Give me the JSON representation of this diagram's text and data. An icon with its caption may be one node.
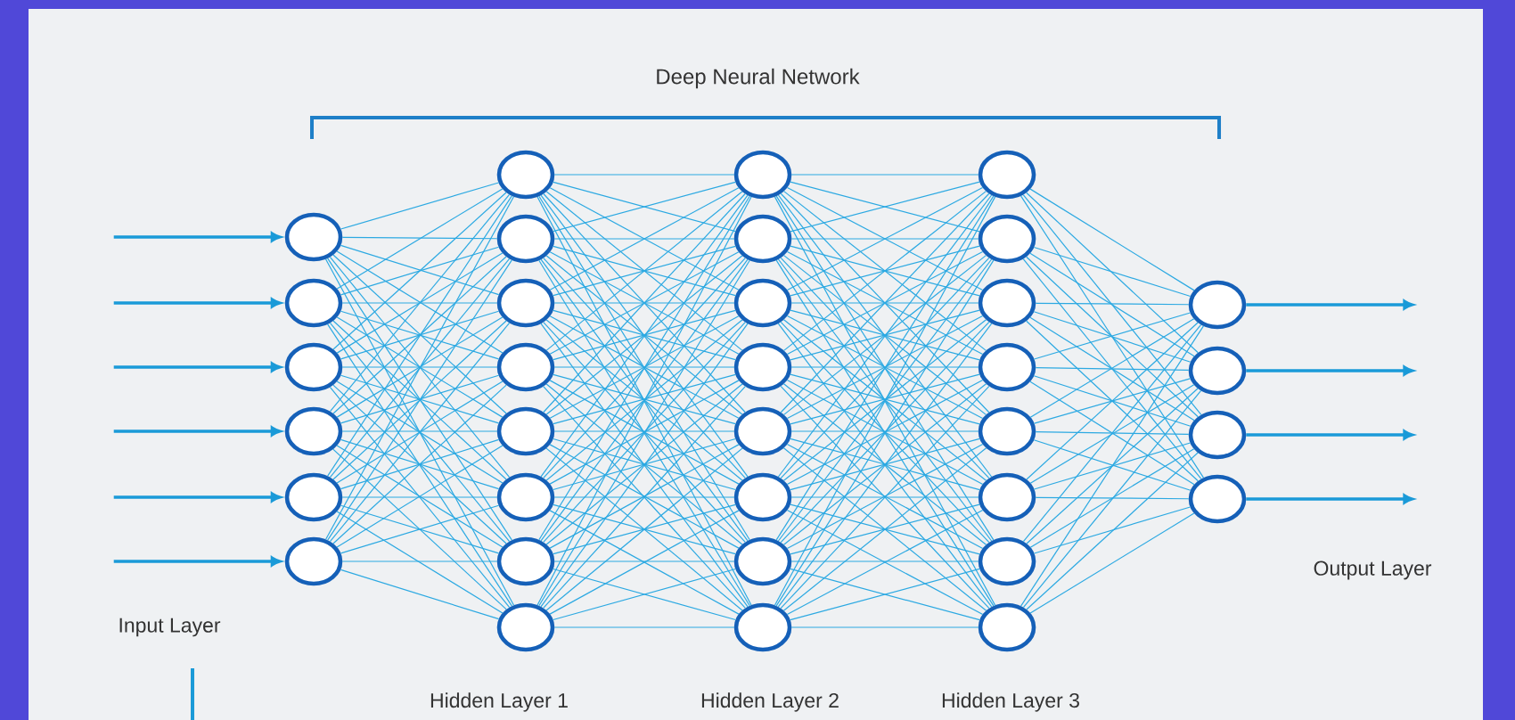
{
  "diagram": {
    "title": "Deep Neural Network",
    "nodes": [
      {
        "text": [],
        "shape": "circle"
      },
      {
        "text": [],
        "shape": "circle"
      },
      {
        "text": [],
        "shape": "circle"
      },
      {
        "text": [],
        "shape": "circle"
      },
      {
        "text": [],
        "shape": "circle"
      },
      {
        "text": [],
        "shape": "circle"
      },
      {
        "text": [],
        "shape": "circle"
      },
      {
        "text": [],
        "shape": "circle"
      },
      {
        "text": [],
        "shape": "circle"
      },
      {
        "text": [],
        "shape": "circle"
      },
      {
        "text": [],
        "shape": "circle"
      },
      {
        "text": [],
        "shape": "circle"
      },
      {
        "text": [],
        "shape": "circle"
      },
      {
        "text": [],
        "shape": "circle"
      },
      {
        "text": [],
        "shape": "circle"
      },
      {
        "text": [],
        "shape": "circle"
      },
      {
        "text": [],
        "shape": "circle"
      },
      {
        "text": [],
        "shape": "circle"
      },
      {
        "text": [],
        "shape": "circle"
      },
      {
        "text": [],
        "shape": "circle"
      },
      {
        "text": [],
        "shape": "circle"
      },
      {
        "text": [],
        "shape": "circle"
      },
      {
        "text": [],
        "shape": "circle"
      },
      {
        "text": [],
        "shape": "circle"
      },
      {
        "text": [],
        "shape": "circle"
      },
      {
        "text": [],
        "shape": "circle"
      },
      {
        "text": [],
        "shape": "circle"
      },
      {
        "text": [],
        "shape": "circle"
      },
      {
        "text": [],
        "shape": "circle"
      },
      {
        "text": [],
        "shape": "circle"
      },
      {
        "text": [],
        "shape": "circle"
      },
      {
        "text": [],
        "shape": "circle"
      },
      {
        "text": [],
        "shape": "circle"
      },
      {
        "text": [],
        "shape": "circle"
      }
    ],
    "edges": [
      {
        "from": null,
        "to": 0,
        "arrow": "to"
      },
      {
        "from": null,
        "to": 1,
        "arrow": "to"
      },
      {
        "from": null,
        "to": 2,
        "arrow": "to"
      },
      {
        "from": null,
        "to": 3,
        "arrow": "to"
      },
      {
        "from": null,
        "to": 4,
        "arrow": "to"
      },
      {
        "from": null,
        "to": 5,
        "arrow": "to"
      },
      {
        "from": 0,
        "to": 6,
        "arrow": "none"
      },
      {
        "from": 0,
        "to": 7,
        "arrow": "none"
      },
      {
        "from": 0,
        "to": 8,
        "arrow": "none"
      },
      {
        "from": 0,
        "to": 9,
        "arrow": "none"
      },
      {
        "from": 0,
        "to": 10,
        "arrow": "none"
      },
      {
        "from": 0,
        "to": 11,
        "arrow": "none"
      },
      {
        "from": 0,
        "to": 12,
        "arrow": "none"
      },
      {
        "from": 0,
        "to": 13,
        "arrow": "none"
      },
      {
        "from": 1,
        "to": 6,
        "arrow": "none"
      },
      {
        "from": 1,
        "to": 7,
        "arrow": "none"
      },
      {
        "from": 1,
        "to": 8,
        "arrow": "none"
      },
      {
        "from": 1,
        "to": 9,
        "arrow": "none"
      },
      {
        "from": 1,
        "to": 10,
        "arrow": "none"
      },
      {
        "from": 1,
        "to": 11,
        "arrow": "none"
      },
      {
        "from": 1,
        "to": 12,
        "arrow": "none"
      },
      {
        "from": 1,
        "to": 13,
        "arrow": "none"
      },
      {
        "from": 2,
        "to": 6,
        "arrow": "none"
      },
      {
        "from": 2,
        "to": 7,
        "arrow": "none"
      },
      {
        "from": 2,
        "to": 8,
        "arrow": "none"
      },
      {
        "from": 2,
        "to": 9,
        "arrow": "none"
      },
      {
        "from": 2,
        "to": 10,
        "arrow": "none"
      },
      {
        "from": 2,
        "to": 11,
        "arrow": "none"
      },
      {
        "from": 2,
        "to": 12,
        "arrow": "none"
      },
      {
        "from": 2,
        "to": 13,
        "arrow": "none"
      },
      {
        "from": 3,
        "to": 6,
        "arrow": "none"
      },
      {
        "from": 3,
        "to": 7,
        "arrow": "none"
      },
      {
        "from": 3,
        "to": 8,
        "arrow": "none"
      },
      {
        "from": 3,
        "to": 9,
        "arrow": "none"
      },
      {
        "from": 3,
        "to": 10,
        "arrow": "none"
      },
      {
        "from": 3,
        "to": 11,
        "arrow": "none"
      },
      {
        "from": 3,
        "to": 12,
        "arrow": "none"
      },
      {
        "from": 3,
        "to": 13,
        "arrow": "none"
      },
      {
        "from": 4,
        "to": 6,
        "arrow": "none"
      },
      {
        "from": 4,
        "to": 7,
        "arrow": "none"
      },
      {
        "from": 4,
        "to": 8,
        "arrow": "none"
      },
      {
        "from": 4,
        "to": 9,
        "arrow": "none"
      },
      {
        "from": 4,
        "to": 10,
        "arrow": "none"
      },
      {
        "from": 4,
        "to": 11,
        "arrow": "none"
      },
      {
        "from": 4,
        "to": 12,
        "arrow": "none"
      },
      {
        "from": 4,
        "to": 13,
        "arrow": "none"
      },
      {
        "from": 5,
        "to": 6,
        "arrow": "none"
      },
      {
        "from": 5,
        "to": 7,
        "arrow": "none"
      },
      {
        "from": 5,
        "to": 8,
        "arrow": "none"
      },
      {
        "from": 5,
        "to": 9,
        "arrow": "none"
      },
      {
        "from": 5,
        "to": 10,
        "arrow": "none"
      },
      {
        "from": 5,
        "to": 11,
        "arrow": "none"
      },
      {
        "from": 5,
        "to": 12,
        "arrow": "none"
      },
      {
        "from": 5,
        "to": 13,
        "arrow": "none"
      },
      {
        "from": 6,
        "to": 14,
        "arrow": "none"
      },
      {
        "from": 6,
        "to": 15,
        "arrow": "none"
      },
      {
        "from": 6,
        "to": 16,
        "arrow": "none"
      },
      {
        "from": 6,
        "to": 17,
        "arrow": "none"
      },
      {
        "from": 6,
        "to": 18,
        "arrow": "none"
      },
      {
        "from": 6,
        "to": 19,
        "arrow": "none"
      },
      {
        "from": 6,
        "to": 20,
        "arrow": "none"
      },
      {
        "from": 6,
        "to": 21,
        "arrow": "none"
      },
      {
        "from": 7,
        "to": 14,
        "arrow": "none"
      },
      {
        "from": 7,
        "to": 15,
        "arrow": "none"
      },
      {
        "from": 7,
        "to": 16,
        "arrow": "none"
      },
      {
        "from": 7,
        "to": 17,
        "arrow": "none"
      },
      {
        "from": 7,
        "to": 18,
        "arrow": "none"
      },
      {
        "from": 7,
        "to": 19,
        "arrow": "none"
      },
      {
        "from": 7,
        "to": 20,
        "arrow": "none"
      },
      {
        "from": 7,
        "to": 21,
        "arrow": "none"
      },
      {
        "from": 8,
        "to": 14,
        "arrow": "none"
      },
      {
        "from": 8,
        "to": 15,
        "arrow": "none"
      },
      {
        "from": 8,
        "to": 16,
        "arrow": "none"
      },
      {
        "from": 8,
        "to": 17,
        "arrow": "none"
      },
      {
        "from": 8,
        "to": 18,
        "arrow": "none"
      },
      {
        "from": 8,
        "to": 19,
        "arrow": "none"
      },
      {
        "from": 8,
        "to": 20,
        "arrow": "none"
      },
      {
        "from": 8,
        "to": 21,
        "arrow": "none"
      },
      {
        "from": 9,
        "to": 14,
        "arrow": "none"
      },
      {
        "from": 9,
        "to": 15,
        "arrow": "none"
      },
      {
        "from": 9,
        "to": 16,
        "arrow": "none"
      },
      {
        "from": 9,
        "to": 17,
        "arrow": "none"
      },
      {
        "from": 9,
        "to": 18,
        "arrow": "none"
      },
      {
        "from": 9,
        "to": 19,
        "arrow": "none"
      },
      {
        "from": 9,
        "to": 20,
        "arrow": "none"
      },
      {
        "from": 9,
        "to": 21,
        "arrow": "none"
      },
      {
        "from": 10,
        "to": 14,
        "arrow": "none"
      },
      {
        "from": 10,
        "to": 15,
        "arrow": "none"
      },
      {
        "from": 10,
        "to": 16,
        "arrow": "none"
      },
      {
        "from": 10,
        "to": 17,
        "arrow": "none"
      },
      {
        "from": 10,
        "to": 18,
        "arrow": "none"
      },
      {
        "from": 10,
        "to": 19,
        "arrow": "none"
      },
      {
        "from": 10,
        "to": 20,
        "arrow": "none"
      },
      {
        "from": 10,
        "to": 21,
        "arrow": "none"
      },
      {
        "from": 11,
        "to": 14,
        "arrow": "none"
      },
      {
        "from": 11,
        "to": 15,
        "arrow": "none"
      },
      {
        "from": 11,
        "to": 16,
        "arrow": "none"
      },
      {
        "from": 11,
        "to": 17,
        "arrow": "none"
      },
      {
        "from": 11,
        "to": 18,
        "arrow": "none"
      },
      {
        "from": 11,
        "to": 19,
        "arrow": "none"
      },
      {
        "from": 11,
        "to": 20,
        "arrow": "none"
      },
      {
        "from": 11,
        "to": 21,
        "arrow": "none"
      },
      {
        "from": 12,
        "to": 14,
        "arrow": "none"
      },
      {
        "from": 12,
        "to": 15,
        "arrow": "none"
      },
      {
        "from": 12,
        "to": 16,
        "arrow": "none"
      },
      {
        "from": 12,
        "to": 17,
        "arrow": "none"
      },
      {
        "from": 12,
        "to": 18,
        "arrow": "none"
      },
      {
        "from": 12,
        "to": 19,
        "arrow": "none"
      },
      {
        "from": 12,
        "to": 20,
        "arrow": "none"
      },
      {
        "from": 12,
        "to": 21,
        "arrow": "none"
      },
      {
        "from": 13,
        "to": 14,
        "arrow": "none"
      },
      {
        "from": 13,
        "to": 15,
        "arrow": "none"
      },
      {
        "from": 13,
        "to": 16,
        "arrow": "none"
      },
      {
        "from": 13,
        "to": 17,
        "arrow": "none"
      },
      {
        "from": 13,
        "to": 18,
        "arrow": "none"
      },
      {
        "from": 13,
        "to": 19,
        "arrow": "none"
      },
      {
        "from": 13,
        "to": 20,
        "arrow": "none"
      },
      {
        "from": 13,
        "to": 21,
        "arrow": "none"
      },
      {
        "from": 14,
        "to": 22,
        "arrow": "none"
      },
      {
        "from": 14,
        "to": 23,
        "arrow": "none"
      },
      {
        "from": 14,
        "to": 24,
        "arrow": "none"
      },
      {
        "from": 14,
        "to": 25,
        "arrow": "none"
      },
      {
        "from": 14,
        "to": 26,
        "arrow": "none"
      },
      {
        "from": 14,
        "to": 27,
        "arrow": "none"
      },
      {
        "from": 14,
        "to": 28,
        "arrow": "none"
      },
      {
        "from": 14,
        "to": 29,
        "arrow": "none"
      },
      {
        "from": 15,
        "to": 22,
        "arrow": "none"
      },
      {
        "from": 15,
        "to": 23,
        "arrow": "none"
      },
      {
        "from": 15,
        "to": 24,
        "arrow": "none"
      },
      {
        "from": 15,
        "to": 25,
        "arrow": "none"
      },
      {
        "from": 15,
        "to": 26,
        "arrow": "none"
      },
      {
        "from": 15,
        "to": 27,
        "arrow": "none"
      },
      {
        "from": 15,
        "to": 28,
        "arrow": "none"
      },
      {
        "from": 15,
        "to": 29,
        "arrow": "none"
      },
      {
        "from": 16,
        "to": 22,
        "arrow": "none"
      },
      {
        "from": 16,
        "to": 23,
        "arrow": "none"
      },
      {
        "from": 16,
        "to": 24,
        "arrow": "none"
      },
      {
        "from": 16,
        "to": 25,
        "arrow": "none"
      },
      {
        "from": 16,
        "to": 26,
        "arrow": "none"
      },
      {
        "from": 16,
        "to": 27,
        "arrow": "none"
      },
      {
        "from": 16,
        "to": 28,
        "arrow": "none"
      },
      {
        "from": 16,
        "to": 29,
        "arrow": "none"
      },
      {
        "from": 17,
        "to": 22,
        "arrow": "none"
      },
      {
        "from": 17,
        "to": 23,
        "arrow": "none"
      },
      {
        "from": 17,
        "to": 24,
        "arrow": "none"
      },
      {
        "from": 17,
        "to": 25,
        "arrow": "none"
      },
      {
        "from": 17,
        "to": 26,
        "arrow": "none"
      },
      {
        "from": 17,
        "to": 27,
        "arrow": "none"
      },
      {
        "from": 17,
        "to": 28,
        "arrow": "none"
      },
      {
        "from": 17,
        "to": 29,
        "arrow": "none"
      },
      {
        "from": 18,
        "to": 22,
        "arrow": "none"
      },
      {
        "from": 18,
        "to": 23,
        "arrow": "none"
      },
      {
        "from": 18,
        "to": 24,
        "arrow": "none"
      },
      {
        "from": 18,
        "to": 25,
        "arrow": "none"
      },
      {
        "from": 18,
        "to": 26,
        "arrow": "none"
      },
      {
        "from": 18,
        "to": 27,
        "arrow": "none"
      },
      {
        "from": 18,
        "to": 28,
        "arrow": "none"
      },
      {
        "from": 18,
        "to": 29,
        "arrow": "none"
      },
      {
        "from": 19,
        "to": 22,
        "arrow": "none"
      },
      {
        "from": 19,
        "to": 23,
        "arrow": "none"
      },
      {
        "from": 19,
        "to": 24,
        "arrow": "none"
      },
      {
        "from": 19,
        "to": 25,
        "arrow": "none"
      },
      {
        "from": 19,
        "to": 26,
        "arrow": "none"
      },
      {
        "from": 19,
        "to": 27,
        "arrow": "none"
      },
      {
        "from": 19,
        "to": 28,
        "arrow": "none"
      },
      {
        "from": 19,
        "to": 29,
        "arrow": "none"
      },
      {
        "from": 20,
        "to": 22,
        "arrow": "none"
      },
      {
        "from": 20,
        "to": 23,
        "arrow": "none"
      },
      {
        "from": 20,
        "to": 24,
        "arrow": "none"
      },
      {
        "from": 20,
        "to": 25,
        "arrow": "none"
      },
      {
        "from": 20,
        "to": 26,
        "arrow": "none"
      },
      {
        "from": 20,
        "to": 27,
        "arrow": "none"
      },
      {
        "from": 20,
        "to": 28,
        "arrow": "none"
      },
      {
        "from": 20,
        "to": 29,
        "arrow": "none"
      },
      {
        "from": 21,
        "to": 22,
        "arrow": "none"
      },
      {
        "from": 21,
        "to": 23,
        "arrow": "none"
      },
      {
        "from": 21,
        "to": 24,
        "arrow": "none"
      },
      {
        "from": 21,
        "to": 25,
        "arrow": "none"
      },
      {
        "from": 21,
        "to": 26,
        "arrow": "none"
      },
      {
        "from": 21,
        "to": 27,
        "arrow": "none"
      },
      {
        "from": 21,
        "to": 28,
        "arrow": "none"
      },
      {
        "from": 21,
        "to": 29,
        "arrow": "none"
      },
      {
        "from": 22,
        "to": 30,
        "arrow": "none"
      },
      {
        "from": 22,
        "to": 31,
        "arrow": "none"
      },
      {
        "from": 22,
        "to": 32,
        "arrow": "none"
      },
      {
        "from": 22,
        "to": 33,
        "arrow": "none"
      },
      {
        "from": 23,
        "to": 30,
        "arrow": "none"
      },
      {
        "from": 23,
        "to": 31,
        "arrow": "none"
      },
      {
        "from": 23,
        "to": 32,
        "arrow": "none"
      },
      {
        "from": 23,
        "to": 33,
        "arrow": "none"
      },
      {
        "from": 24,
        "to": 30,
        "arrow": "none"
      },
      {
        "from": 24,
        "to": 31,
        "arrow": "none"
      },
      {
        "from": 24,
        "to": 32,
        "arrow": "none"
      },
      {
        "from": 24,
        "to": 33,
        "arrow": "none"
      },
      {
        "from": 25,
        "to": 30,
        "arrow": "none"
      },
      {
        "from": 25,
        "to": 31,
        "arrow": "none"
      },
      {
        "from": 25,
        "to": 32,
        "arrow": "none"
      },
      {
        "from": 25,
        "to": 33,
        "arrow": "none"
      },
      {
        "from": 26,
        "to": 30,
        "arrow": "none"
      },
      {
        "from": 26,
        "to": 31,
        "arrow": "none"
      },
      {
        "from": 26,
        "to": 32,
        "arrow": "none"
      },
      {
        "from": 26,
        "to": 33,
        "arrow": "none"
      },
      {
        "from": 27,
        "to": 30,
        "arrow": "none"
      },
      {
        "from": 27,
        "to": 31,
        "arrow": "none"
      },
      {
        "from": 27,
        "to": 32,
        "arrow": "none"
      },
      {
        "from": 27,
        "to": 33,
        "arrow": "none"
      },
      {
        "from": 28,
        "to": 30,
        "arrow": "none"
      },
      {
        "from": 28,
        "to": 31,
        "arrow": "none"
      },
      {
        "from": 28,
        "to": 32,
        "arrow": "none"
      },
      {
        "from": 28,
        "to": 33,
        "arrow": "none"
      },
      {
        "from": 29,
        "to": 30,
        "arrow": "none"
      },
      {
        "from": 29,
        "to": 31,
        "arrow": "none"
      },
      {
        "from": 29,
        "to": 32,
        "arrow": "none"
      },
      {
        "from": 29,
        "to": 33,
        "arrow": "none"
      },
      {
        "from": 30,
        "to": null,
        "arrow": "to"
      },
      {
        "from": 31,
        "to": null,
        "arrow": "to"
      },
      {
        "from": 32,
        "to": null,
        "arrow": "to"
      },
      {
        "from": 33,
        "to": null,
        "arrow": "to"
      }
    ],
    "labels": [
      "Input Layer",
      "Output Layer",
      "Hidden Layer 1",
      "Hidden Layer 2",
      "Hidden Layer 3"
    ]
  }
}
